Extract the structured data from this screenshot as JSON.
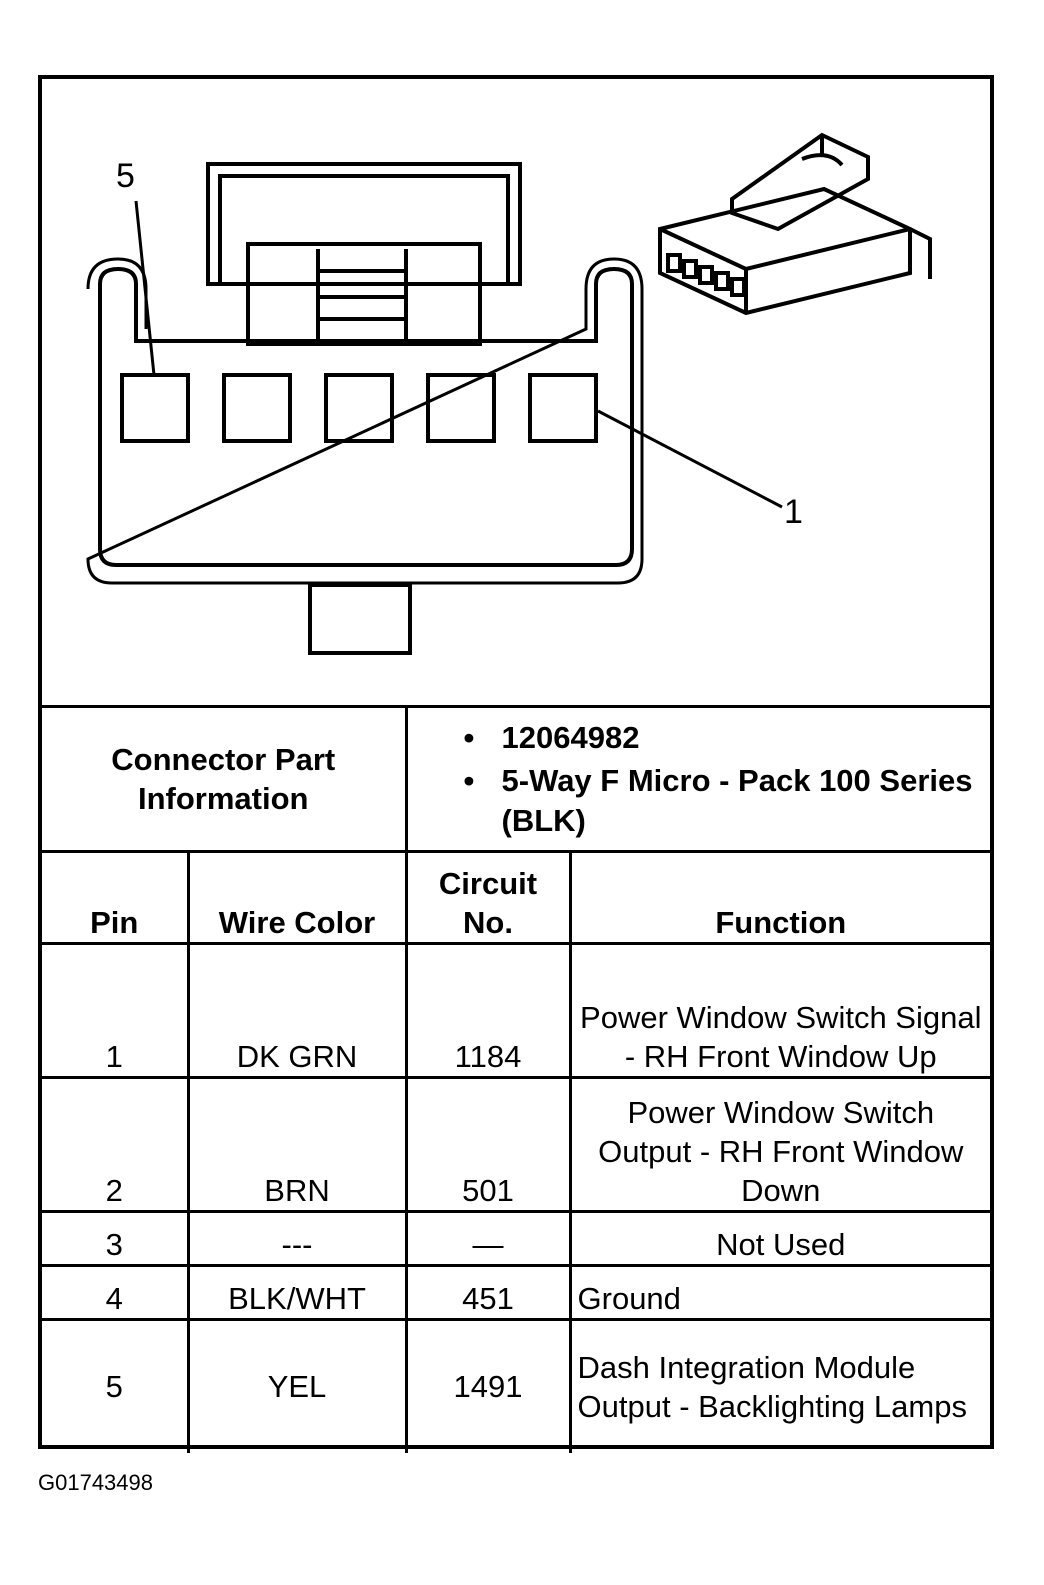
{
  "figure": {
    "callout_top": "5",
    "callout_right": "1"
  },
  "connector_info": {
    "label": "Connector Part Information",
    "items": [
      "12064982",
      "5-Way F Micro - Pack 100 Series (BLK)"
    ]
  },
  "table": {
    "headers": [
      "Pin",
      "Wire Color",
      "Circuit No.",
      "Function"
    ],
    "rows": [
      {
        "pin": "1",
        "color": "DK GRN",
        "circuit": "1184",
        "function": "Power Window Switch Signal - RH Front Window Up"
      },
      {
        "pin": "2",
        "color": "BRN",
        "circuit": "501",
        "function": "Power Window Switch Output - RH Front Window Down"
      },
      {
        "pin": "3",
        "color": "---",
        "circuit": "—",
        "function": "Not Used"
      },
      {
        "pin": "4",
        "color": "BLK/WHT",
        "circuit": "451",
        "function": "Ground"
      },
      {
        "pin": "5",
        "color": "YEL",
        "circuit": "1491",
        "function": "Dash Integration Module Output - Backlighting Lamps"
      }
    ]
  },
  "caption": "G01743498"
}
